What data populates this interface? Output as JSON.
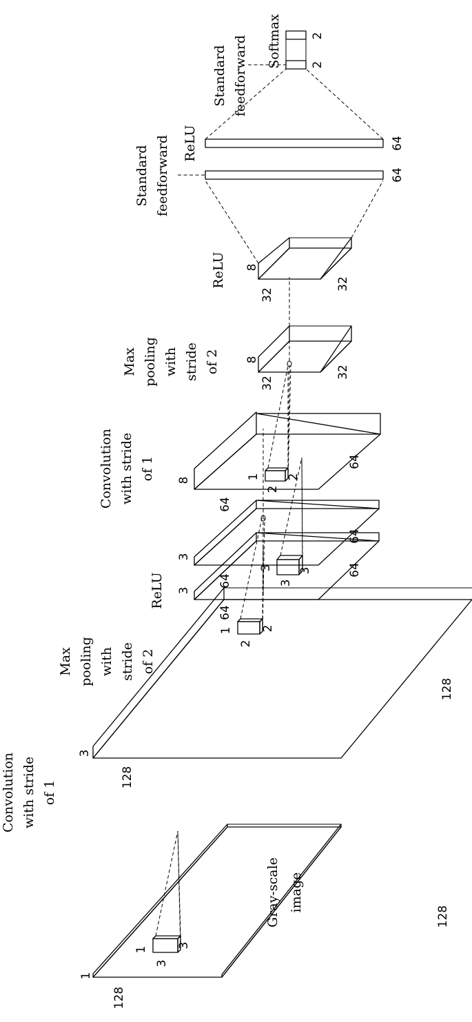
{
  "stages": {
    "input": {
      "caption": "Gray-scale image",
      "caption_lines": [
        "Gray-scale",
        "image"
      ],
      "dims": [
        "128",
        "128",
        "1"
      ]
    },
    "conv1": {
      "caption": "Convolution with stride of 1",
      "caption_lines": [
        "Convolution",
        "with stride",
        "of 1"
      ],
      "dims": [
        "128",
        "128",
        "3"
      ],
      "kernel_dims": [
        "1",
        "3",
        "3"
      ],
      "pool_window_dims": [
        "1",
        "2",
        "2"
      ]
    },
    "pool1": {
      "caption": "Max pooling with stride of 2",
      "caption_lines": [
        "Max",
        "pooling",
        "with",
        "stride",
        "of 2"
      ],
      "dims": [
        "64",
        "64",
        "3"
      ]
    },
    "relu1": {
      "caption": "ReLU",
      "dims": [
        "64",
        "64",
        "3"
      ],
      "kernel_dims": [
        "3",
        "3",
        "3"
      ]
    },
    "conv2": {
      "caption": "Convolution with stride of 1",
      "caption_lines": [
        "Convolution",
        "with stride",
        "of 1"
      ],
      "dims": [
        "64",
        "64",
        "8"
      ],
      "pool_window_dims": [
        "1",
        "2",
        "2"
      ]
    },
    "pool2": {
      "caption": "Max pooling with stride of 2",
      "caption_lines": [
        "Max",
        "pooling",
        "with",
        "stride",
        "of 2"
      ],
      "dims": [
        "32",
        "32",
        "8"
      ]
    },
    "relu2": {
      "caption": "ReLU",
      "dims": [
        "32",
        "32",
        "8"
      ]
    },
    "fc1": {
      "caption": "Standard feedforward",
      "caption_lines": [
        "Standard",
        "feedforward"
      ],
      "units": "64"
    },
    "relu3": {
      "caption": "ReLU",
      "units": "64"
    },
    "fc2": {
      "caption": "Standard feedforward",
      "caption_lines": [
        "Standard",
        "feedforward"
      ],
      "units": "2"
    },
    "softmax": {
      "caption": "Softmax",
      "units": "2"
    }
  }
}
